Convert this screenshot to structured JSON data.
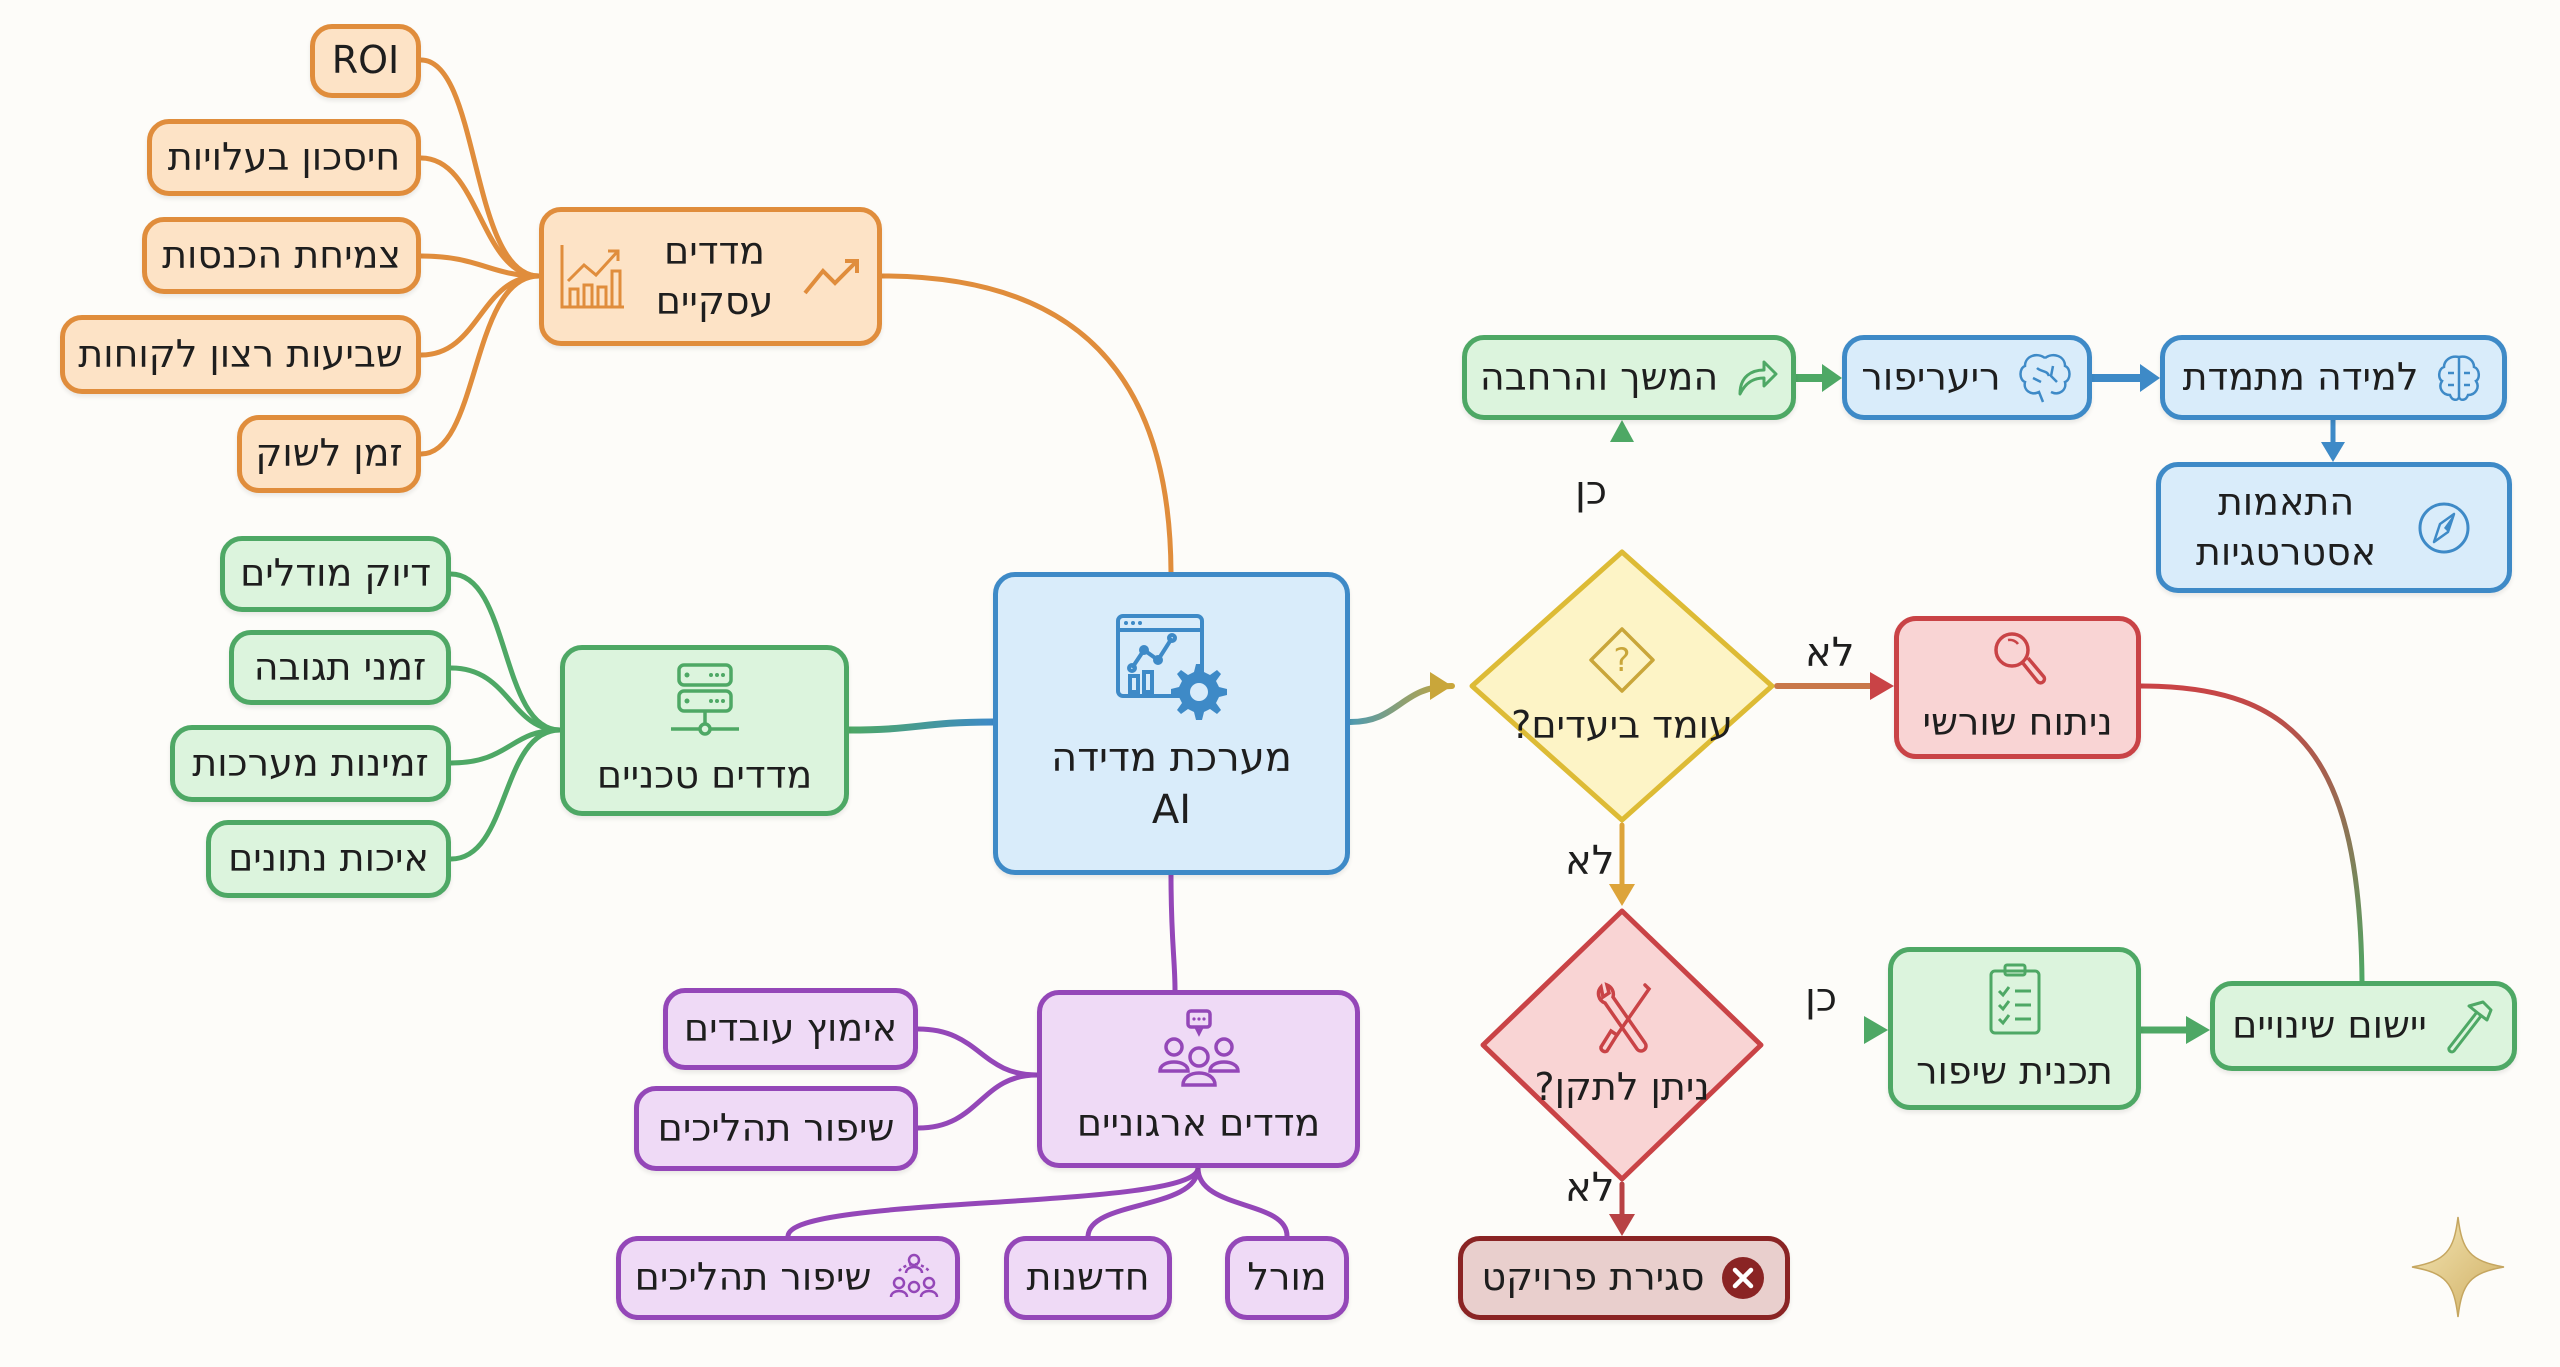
{
  "center": {
    "line1": "מערכת מדידה",
    "line2": "AI",
    "icon": "analytics-gear-icon"
  },
  "business": {
    "title_line1": "מדדים",
    "title_line2": "עסקיים",
    "icon_left": "bar-chart-growth-icon",
    "icon_right": "trend-up-icon",
    "children": [
      "ROI",
      "חיסכון בעלויות",
      "צמיחת הכנסות",
      "שביעות רצון לקוחות",
      "זמן לשוק"
    ]
  },
  "technical": {
    "title": "מדדים טכניים",
    "icon": "server-icon",
    "children": [
      "דיוק מודלים",
      "זמני תגובה",
      "זמינות מערכות",
      "איכות נתונים"
    ]
  },
  "organizational": {
    "title": "מדדים ארגוניים",
    "icon": "team-chat-icon",
    "children_left": [
      "אימוץ עובדים",
      "שיפור תהליכים"
    ],
    "children_bottom": [
      "שיפור תהליכים",
      "חדשנות",
      "מורל"
    ]
  },
  "flow": {
    "decision1": "עומד ביעדים?",
    "decision2": "ניתן לתקן?",
    "continue": "המשך והרחבה",
    "refactor": "ריעריפור",
    "learning": "למידה מתמדת",
    "strategy_line1": "התאמות",
    "strategy_line2": "אסטרטגיות",
    "root_cause": "ניתוח שורשי",
    "plan": "תכנית שיפור",
    "implement": "יישום שינויים",
    "close": "סגירת פרויקט",
    "yes": "כן",
    "no": "לא"
  },
  "colors": {
    "business": "#e08d3c",
    "technical": "#4ea865",
    "center": "#3e8ac7",
    "organizational": "#9447b8",
    "decision_goal": "#ddbb35",
    "decision_fix": "#c94346",
    "close": "#8a2424"
  }
}
